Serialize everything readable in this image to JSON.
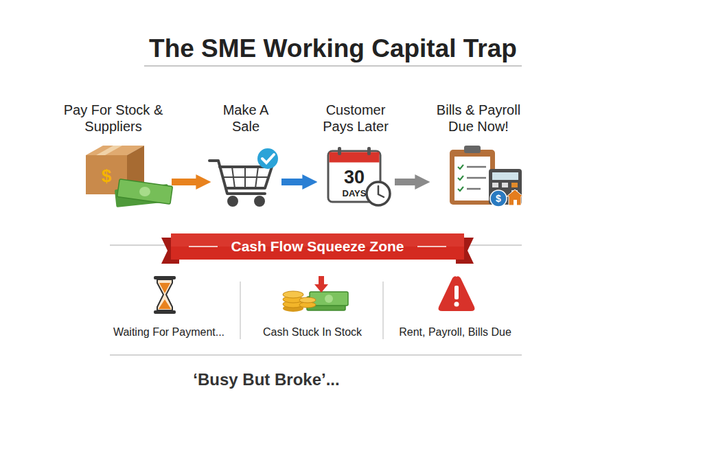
{
  "diagram": {
    "title": "The SME Working Capital Trap",
    "caption": "‘Busy But Broke’...",
    "nodes": [
      {
        "text": [
          "Pay For Stock & Suppliers"
        ]
      },
      {
        "text": [
          "Make A Sale"
        ]
      },
      {
        "text": [
          "Customer Pays Later"
        ]
      },
      {
        "text": [
          "Bills & Payroll Due Now!"
        ]
      },
      {
        "text": [
          "Cash Flow Squeeze Zone"
        ]
      }
    ],
    "edges": [
      {
        "from": 0,
        "to": 1,
        "arrow": "to"
      },
      {
        "from": 1,
        "to": 2,
        "arrow": "to"
      },
      {
        "from": 2,
        "to": 3,
        "arrow": "to"
      }
    ],
    "labels": [
      "$",
      "$",
      "30",
      "DAYS",
      "Waiting For Payment...",
      "Cash Stuck In Stock",
      "Rent, Payroll, Bills Due"
    ]
  }
}
